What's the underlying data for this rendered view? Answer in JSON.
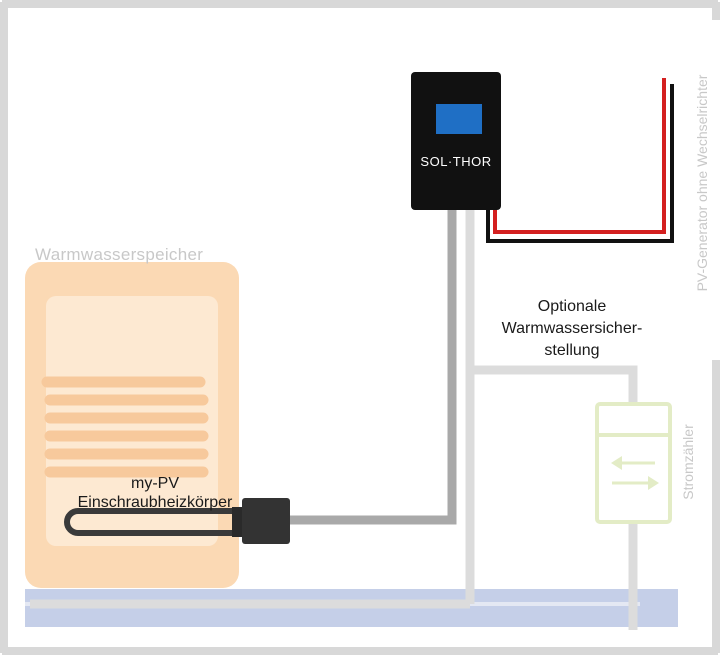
{
  "labels": {
    "tank": "Warmwasserspeicher",
    "heater_line1": "my-PV",
    "heater_line2": "Einschraubheizkörper",
    "controller": "SOL·THOR",
    "pv_generator": "PV-Generator ohne Wechselrichter",
    "optional_line1": "Optionale",
    "optional_line2": "Warmwassersicher-",
    "optional_line3": "stellung",
    "meter": "Stromzähler"
  },
  "colors": {
    "house_wall": "#d8d8d8",
    "tank": "#fbd9b4",
    "tank_inner": "#fde9d2",
    "coil": "#f7c99c",
    "grid_bar": "#c5cfe8",
    "cable": "#a9a9a9",
    "pipe": "#dcdcdc",
    "controller": "#111111",
    "display": "#1f6fc5",
    "pv_plus": "#d42020",
    "pv_minus": "#111111",
    "meter": "#e3ecc6"
  },
  "icons": {
    "meter_symbol": "bidirectional-arrows-icon"
  }
}
